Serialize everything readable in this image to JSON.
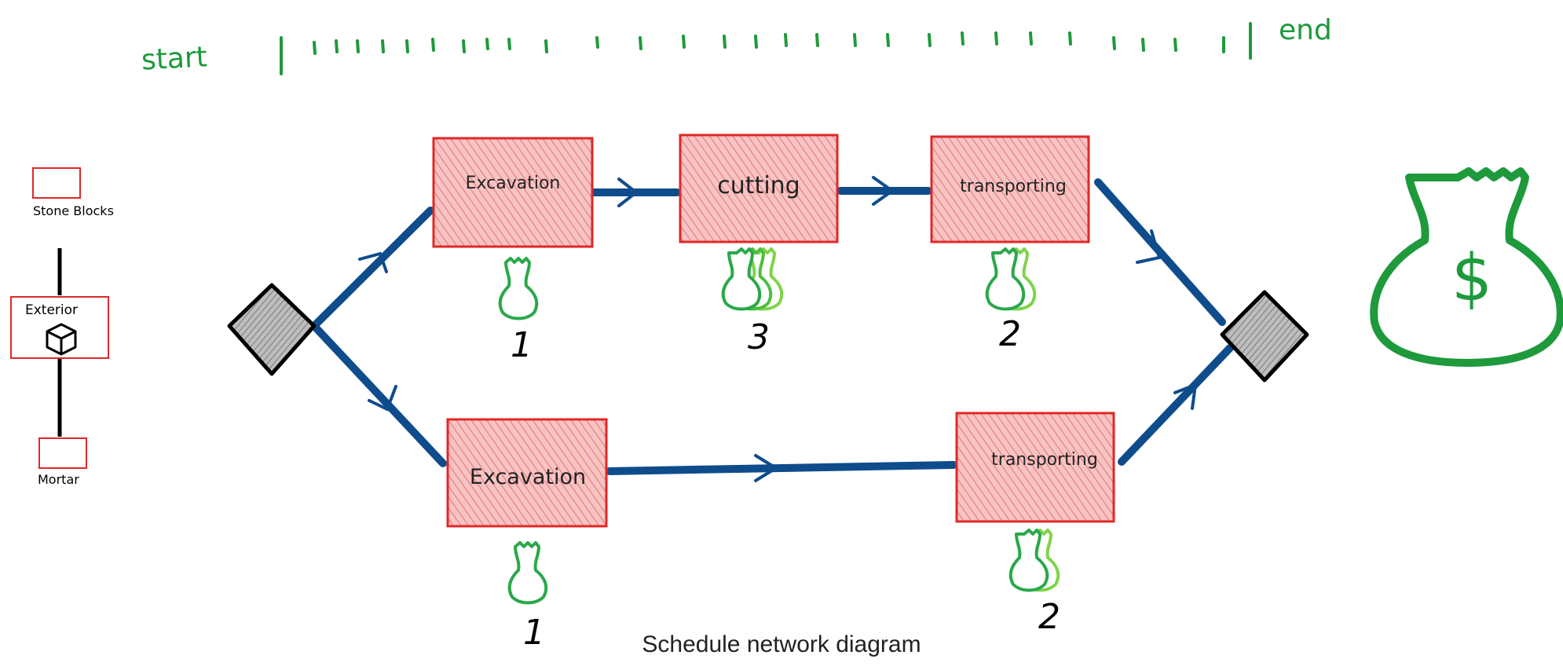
{
  "timeline": {
    "start_label": "start",
    "end_label": "end"
  },
  "hierarchy": {
    "top_label": "Stone Blocks",
    "middle_label": "Exterior",
    "bottom_label": "Mortar"
  },
  "tasks": {
    "top_1": {
      "label": "Excavation",
      "cost": "1"
    },
    "top_2": {
      "label": "cutting",
      "cost": "3"
    },
    "top_3": {
      "label": "transporting",
      "cost": "2"
    },
    "bottom_1": {
      "label": "Excavation",
      "cost": "1"
    },
    "bottom_2": {
      "label": "transporting",
      "cost": "2"
    }
  },
  "money_bag_symbol": "$",
  "caption": "Schedule network diagram",
  "colors": {
    "task_fill": "#f4a6a6",
    "task_border": "#e02828",
    "arrow": "#0f4c8c",
    "green": "#1e9a3c",
    "light_green": "#7fd34a",
    "node": "#9a9a9a"
  }
}
